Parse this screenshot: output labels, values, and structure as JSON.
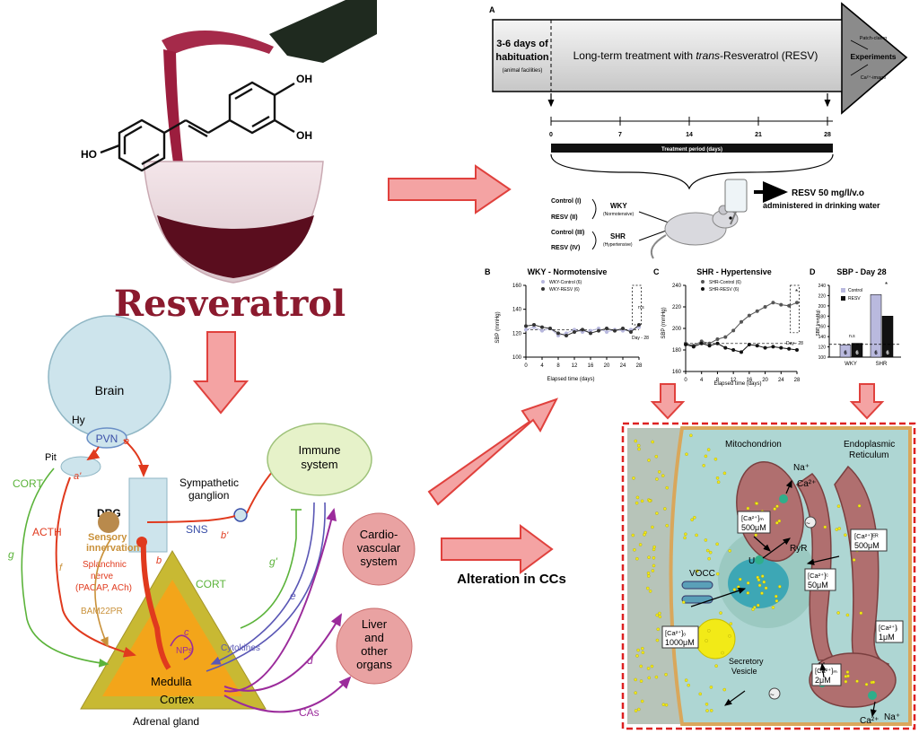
{
  "resveratrol": {
    "title": "Resveratrol",
    "oh_labels": [
      "OH",
      "HO",
      "OH"
    ]
  },
  "colors": {
    "wine": "#8b1a2e",
    "arrow_fill": "#f4a3a3",
    "arrow_stroke": "#e0413d",
    "brain": "#cde4ec",
    "immune": "#e6f2c9",
    "cardio": "#e9a2a2",
    "adrenal_outer": "#c8b933",
    "adrenal_inner": "#f3a51a",
    "cell_bg": "#aed6d3",
    "mito": "#b06f6f"
  },
  "panel_a": {
    "label": "A",
    "habituation_line1": "3-6 days of",
    "habituation_line2": "habituation",
    "habituation_sub": "(animal facilities)",
    "treatment_prefix": "Long-term treatment with ",
    "treatment_italic": "trans",
    "treatment_suffix": "-Resveratrol (RESV)",
    "patch_clamp": "Patch-clamp",
    "experiments": "Experiments",
    "ca_image": "Ca²⁺-image",
    "timeline_ticks": [
      "0",
      "7",
      "14",
      "21",
      "28"
    ],
    "treatment_period": "Treatment period (days)",
    "groups": [
      "Control (I)",
      "RESV (II)",
      "Control (III)",
      "RESV (IV)"
    ],
    "wky": "WKY",
    "wky_sub": "(Normotensive)",
    "shr": "SHR",
    "shr_sub": "(Hypertensive)",
    "resv_dose_line1": "RESV 50 mg/l/v.o",
    "resv_dose_line2": "administered in drinking water"
  },
  "panel_b": {
    "label": "B",
    "title": "WKY - Normotensive",
    "ylabel": "SBP (mmHg)",
    "xlabel": "Elapsed time (days)",
    "legend": [
      "WKY-Control (6)",
      "WKY-RESV (6)"
    ],
    "annot_ns": "n.s",
    "annot_day": "Day - 28"
  },
  "panel_c": {
    "label": "C",
    "title": "SHR - Hypertensive",
    "ylabel": "SBP (mmHg)",
    "xlabel": "Elapsed time (days)",
    "legend": [
      "SHR-Control (6)",
      "SHR-RESV (6)"
    ],
    "annot_day": "Day - 28",
    "annot_star": "*"
  },
  "panel_d": {
    "label": "D",
    "title": "SBP - Day 28",
    "ylabel": "SBP (mmHg)",
    "legend": [
      "Control",
      "RESV"
    ],
    "annot_ns": "n.s",
    "annot_star": "*"
  },
  "chart_data": [
    {
      "type": "line",
      "title": "WKY - Normotensive",
      "xlabel": "Elapsed time (days)",
      "ylabel": "SBP (mmHg)",
      "ylim": [
        100,
        160
      ],
      "yticks": [
        100,
        120,
        140,
        160
      ],
      "xticks": [
        0,
        4,
        8,
        12,
        16,
        20,
        24,
        28
      ],
      "x": [
        0,
        2,
        4,
        6,
        8,
        10,
        12,
        14,
        16,
        18,
        20,
        22,
        24,
        26,
        28
      ],
      "series": [
        {
          "name": "WKY-Control (6)",
          "values": [
            123,
            125,
            122,
            124,
            118,
            120,
            123,
            121,
            122,
            124,
            121,
            123,
            122,
            123,
            125
          ]
        },
        {
          "name": "WKY-RESV (6)",
          "values": [
            126,
            127,
            125,
            124,
            120,
            118,
            121,
            123,
            120,
            122,
            124,
            122,
            124,
            121,
            127
          ]
        }
      ]
    },
    {
      "type": "line",
      "title": "SHR - Hypertensive",
      "xlabel": "Elapsed time (days)",
      "ylabel": "SBP (mmHg)",
      "ylim": [
        160,
        240
      ],
      "yticks": [
        160,
        180,
        200,
        220,
        240
      ],
      "xticks": [
        0,
        4,
        8,
        12,
        16,
        20,
        24,
        28
      ],
      "x": [
        0,
        2,
        4,
        6,
        8,
        10,
        12,
        14,
        16,
        18,
        20,
        22,
        24,
        26,
        28
      ],
      "series": [
        {
          "name": "SHR-Control (6)",
          "values": [
            186,
            184,
            188,
            186,
            190,
            192,
            198,
            206,
            212,
            216,
            220,
            224,
            222,
            221,
            224
          ]
        },
        {
          "name": "SHR-RESV (6)",
          "values": [
            185,
            183,
            186,
            184,
            186,
            182,
            180,
            178,
            185,
            184,
            182,
            183,
            182,
            181,
            180
          ]
        }
      ]
    },
    {
      "type": "bar",
      "title": "SBP - Day 28",
      "ylabel": "SBP (mmHg)",
      "ylim": [
        100,
        240
      ],
      "yticks": [
        100,
        120,
        140,
        160,
        180,
        200,
        220,
        240
      ],
      "categories": [
        "WKY",
        "SHR"
      ],
      "series": [
        {
          "name": "Control",
          "values": [
            124,
            222
          ]
        },
        {
          "name": "RESV",
          "values": [
            127,
            180
          ]
        }
      ],
      "bar_labels": [
        "6",
        "6",
        "6",
        "6"
      ]
    }
  ],
  "physiology": {
    "brain": "Brain",
    "hy": "Hy",
    "pvn": "PVN",
    "a": "a",
    "pit": "Pit",
    "a_prime": "a'",
    "cort_left": "CORT",
    "acth": "ACTH",
    "drg": "DRG",
    "sympathetic1": "Sympathetic",
    "sympathetic2": "ganglion",
    "sns": "SNS",
    "b_prime": "b'",
    "immune1": "Immune",
    "immune2": "system",
    "sensory1": "Sensory",
    "sensory2": "innervation",
    "g": "g",
    "f": "f",
    "splanchnic1": "Splanchnic",
    "splanchnic2": "nerve",
    "splanchnic3": "(PACAP, ACh)",
    "b": "b",
    "bam": "BAM22PR",
    "cort_right": "CORT",
    "g_prime": "g'",
    "e": "e",
    "c": "c",
    "nps": "NPs",
    "cytokines": "Cytokines",
    "medulla": "Medulla",
    "cortex": "Cortex",
    "adrenal": "Adrenal gland",
    "cardio1": "Cardio-",
    "cardio2": "vascular",
    "cardio3": "system",
    "liver1": "Liver",
    "liver2": "and",
    "liver3": "other",
    "liver4": "organs",
    "d": "d",
    "cas": "CAs"
  },
  "alteration": "Alteration in CCs",
  "cell": {
    "mitochondrion": "Mitochondrion",
    "er1": "Endoplasmic",
    "er2": "Reticulum",
    "na_top": "Na⁺",
    "ca_top": "Ca²⁺",
    "ca_mito1": "[Ca²⁺]ₘ",
    "ca_mito1_val": "500μM",
    "ca_er": "[Ca²⁺]ᴱᴿ",
    "ca_er_val": "500μM",
    "ryr": "RyR",
    "vocc": "VOCC",
    "u1": "U",
    "ca_c": "[Ca²⁺]ᶜ",
    "ca_c_val": "50μM",
    "ca_o": "[Ca²⁺]ₒ",
    "ca_o_val": "1000μM",
    "ca_i": "[Ca²⁺]ᵢ",
    "ca_i_val": "1μM",
    "secretory1": "Secretory",
    "secretory2": "Vesicle",
    "u2": "U",
    "ca_mito2": "[Ca²⁺]ₘ",
    "ca_mito2_val": "2μM",
    "ca_bottom": "Ca²⁺",
    "na_bottom": "Na⁺"
  }
}
